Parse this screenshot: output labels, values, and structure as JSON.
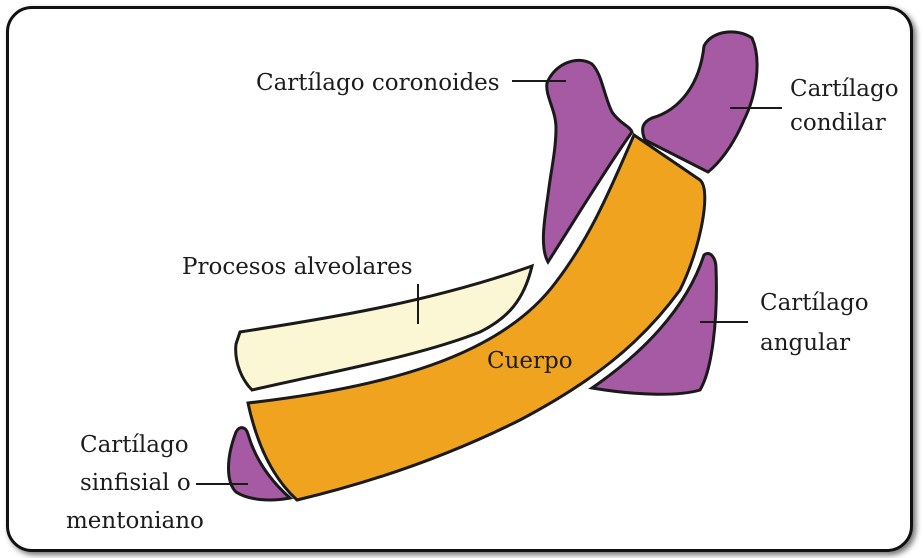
{
  "colors": {
    "cartilage": "#a55aa3",
    "body": "#efa31f",
    "alveolar": "#fbf7d4",
    "outline": "#1a1a1a"
  },
  "labels": {
    "coronoid": "Cartílago coronoides",
    "condylar": [
      "Cartílago",
      "condilar"
    ],
    "alveolar": "Procesos alveolares",
    "angular": [
      "Cartílago",
      "angular"
    ],
    "body": "Cuerpo",
    "symphyseal": [
      "Cartílago",
      "sinfisial o",
      "mentoniano"
    ]
  }
}
